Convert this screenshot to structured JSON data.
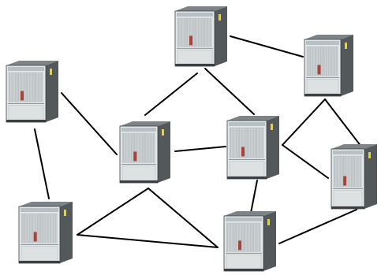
{
  "diagram": {
    "type": "network-topology",
    "node_kind": "rack-server-chassis",
    "colors": {
      "background": "#ffffff",
      "link": "#000000",
      "chassis_front": "#e4e7e8",
      "chassis_side": "#53585b",
      "chassis_top": "#7d8386",
      "chassis_trim": "#3b3f42",
      "status_led": "#f2d21a",
      "label_band": "#b7c0c4",
      "slot_card": "#c9ced0",
      "red_module": "#a8433a"
    },
    "nodes": [
      {
        "id": "server-top-center"
      },
      {
        "id": "server-top-right"
      },
      {
        "id": "server-left-upper"
      },
      {
        "id": "server-center-left"
      },
      {
        "id": "server-center-right"
      },
      {
        "id": "server-right-middle"
      },
      {
        "id": "server-bottom-left"
      },
      {
        "id": "server-bottom-center"
      }
    ],
    "links": [
      {
        "from": "server-top-center",
        "to": "server-top-right"
      },
      {
        "from": "server-top-center",
        "to": "server-center-left"
      },
      {
        "from": "server-top-center",
        "to": "server-center-right"
      },
      {
        "from": "server-left-upper",
        "to": "server-center-left"
      },
      {
        "from": "server-left-upper",
        "to": "server-bottom-left"
      },
      {
        "from": "server-center-left",
        "to": "server-center-right"
      },
      {
        "from": "server-center-left",
        "to": "server-bottom-left"
      },
      {
        "from": "server-center-left",
        "to": "server-bottom-center"
      },
      {
        "from": "server-bottom-left",
        "to": "server-bottom-center"
      },
      {
        "from": "server-center-right",
        "to": "server-top-right"
      },
      {
        "from": "server-center-right",
        "to": "server-right-middle"
      },
      {
        "from": "server-center-right",
        "to": "server-bottom-center"
      },
      {
        "from": "server-top-right",
        "to": "server-right-middle"
      },
      {
        "from": "server-right-middle",
        "to": "server-bottom-center"
      }
    ]
  }
}
